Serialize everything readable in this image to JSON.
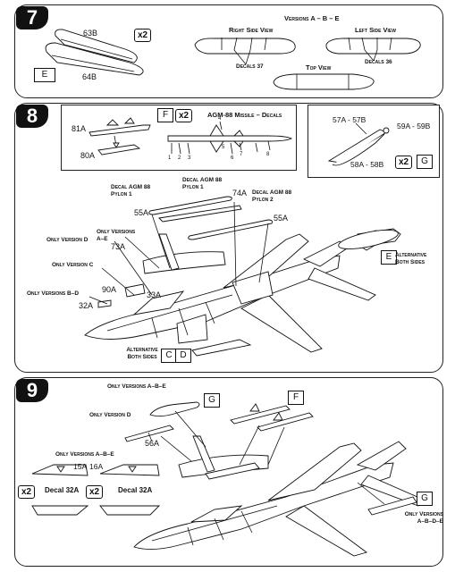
{
  "steps": [
    {
      "number": "7"
    },
    {
      "number": "8"
    },
    {
      "number": "9"
    }
  ],
  "step7": {
    "part_top": "63B",
    "part_bottom": "64B",
    "qty": "x2",
    "version": "E",
    "versions_title": "Versions A – B – E",
    "right_side": "Right Side View",
    "left_side": "Left Side View",
    "top_view": "Top View",
    "decals_right": "Decals 37",
    "decals_left": "Decals 36"
  },
  "step8": {
    "inset_left": {
      "version": "F",
      "qty": "x2",
      "title": "AGM-88 Missile – Decals",
      "part_a": "81A",
      "part_b": "80A",
      "decal_numbers": [
        "1",
        "2",
        "3",
        "4",
        "5",
        "6",
        "7",
        "8"
      ]
    },
    "inset_right": {
      "part_a": "57A - 57B",
      "part_b": "59A - 59B",
      "part_c": "58A - 58B",
      "qty": "x2",
      "version": "G"
    },
    "decal_pylon1": "Decal AGM 88 Pylon 1",
    "decal_pylon2": "Decal AGM 88 Pylon 2",
    "decal_pylon1b": "Decal AGM 88 Pylon 1",
    "part_55a_left": "55A",
    "part_55a_right": "55A",
    "part_74a": "74A",
    "part_73a": "73A",
    "part_90a": "90A",
    "part_33a": "33A",
    "part_32a": "32A",
    "only_ae": "Only Versions A–E",
    "only_d": "Only Version D",
    "only_c": "Only Version C",
    "only_bd": "Only Versions B–D",
    "alt_both_right": "Alternative Both Sides",
    "alt_both_bottom": "Alternative Both Sides",
    "box_e": "E",
    "box_c": "C",
    "box_d": "D"
  },
  "step9": {
    "only_abe_top": "Only Versions A–B–E",
    "box_g_top": "G",
    "box_f": "F",
    "only_d": "Only Version D",
    "part_56a": "56A",
    "only_abe_left": "Only Versions A–B–E",
    "part_15a": "15A",
    "part_16a": "16A",
    "qty_1": "x2",
    "qty_2": "x2",
    "decal_32a_1": "Decal 32A",
    "decal_32a_2": "Decal 32A",
    "box_g_right": "G",
    "only_abde": "Only Versions A–B–D–E"
  }
}
